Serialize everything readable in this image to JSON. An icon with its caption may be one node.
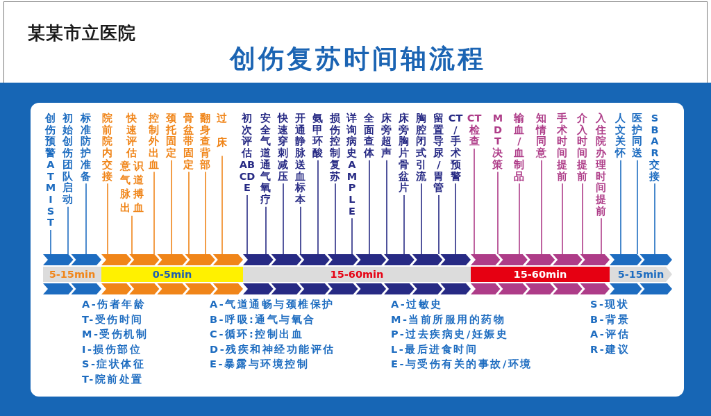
{
  "diagram": {
    "title": "创伤复苏时间轴流程",
    "nodes": [
      {
        "text": [
          "创伤预警ATMIST"
        ]
      },
      {
        "text": [
          "初始创伤团队启动"
        ]
      },
      {
        "text": [
          "标准防护准备"
        ]
      },
      {
        "text": [
          "院前院内交接"
        ]
      },
      {
        "text": [
          "快速评估",
          "意识气道脉搏出血"
        ]
      },
      {
        "text": [
          "控制外出血"
        ]
      },
      {
        "text": [
          "颈托固定"
        ]
      },
      {
        "text": [
          "骨盆带固定"
        ]
      },
      {
        "text": [
          "翻身查背部"
        ]
      },
      {
        "text": [
          "过床"
        ]
      },
      {
        "text": [
          "初次评估ABCDE"
        ]
      },
      {
        "text": [
          "安全气道通气氧疗"
        ]
      },
      {
        "text": [
          "快速穿刺减压"
        ]
      },
      {
        "text": [
          "开通静脉送血标本"
        ]
      },
      {
        "text": [
          "氨甲环酸"
        ]
      },
      {
        "text": [
          "损伤控制复苏"
        ]
      },
      {
        "text": [
          "详询病史AMPLE"
        ]
      },
      {
        "text": [
          "全面查体"
        ]
      },
      {
        "text": [
          "床旁超声"
        ]
      },
      {
        "text": [
          "床旁胸片骨盆片"
        ]
      },
      {
        "text": [
          "胸腔闭式引流"
        ]
      },
      {
        "text": [
          "留置导尿/胃管"
        ]
      },
      {
        "text": [
          "CT/手术预警"
        ]
      },
      {
        "text": [
          "CT检查"
        ]
      },
      {
        "text": [
          "MDT决策"
        ]
      },
      {
        "text": [
          "输血/血制品"
        ]
      },
      {
        "text": [
          "知情同意"
        ]
      },
      {
        "text": [
          "手术时间提前"
        ]
      },
      {
        "text": [
          "介入时间提前"
        ]
      },
      {
        "text": [
          "入住院办理时间提前"
        ]
      },
      {
        "text": [
          "人文关怀"
        ]
      },
      {
        "text": [
          "医护同送"
        ]
      },
      {
        "text": [
          "SBAR交接"
        ]
      },
      {
        "text": [
          "5-15min"
        ]
      },
      {
        "text": [
          "0-5min"
        ]
      },
      {
        "text": [
          "15-60min"
        ]
      },
      {
        "text": [
          "15-60min"
        ]
      },
      {
        "text": [
          "5-15min"
        ]
      }
    ],
    "edges": [
      {
        "from": 0,
        "to": 33,
        "arrow": "none",
        "color": "#1d6cc0"
      },
      {
        "from": 1,
        "to": 33,
        "arrow": "none",
        "color": "#1d6cc0"
      },
      {
        "from": 2,
        "to": 33,
        "arrow": "none",
        "color": "#1d6cc0"
      },
      {
        "from": 3,
        "to": 34,
        "arrow": "none",
        "color": "#f08519"
      },
      {
        "from": 4,
        "to": 34,
        "arrow": "none",
        "color": "#f08519"
      },
      {
        "from": 5,
        "to": 34,
        "arrow": "none",
        "color": "#f08519"
      },
      {
        "from": 6,
        "to": 34,
        "arrow": "none",
        "color": "#f08519"
      },
      {
        "from": 7,
        "to": 34,
        "arrow": "none",
        "color": "#f08519"
      },
      {
        "from": 8,
        "to": 34,
        "arrow": "none",
        "color": "#f08519"
      },
      {
        "from": 9,
        "to": 34,
        "arrow": "none",
        "color": "#f08519"
      },
      {
        "from": 10,
        "to": 35,
        "arrow": "none"
      },
      {
        "from": 11,
        "to": 35,
        "arrow": "none"
      },
      {
        "from": 12,
        "to": 35,
        "arrow": "none"
      },
      {
        "from": 13,
        "to": 35,
        "arrow": "none"
      },
      {
        "from": 14,
        "to": 35,
        "arrow": "none"
      },
      {
        "from": 15,
        "to": 35,
        "arrow": "none"
      },
      {
        "from": 16,
        "to": 35,
        "arrow": "none"
      },
      {
        "from": 17,
        "to": 35,
        "arrow": "none"
      },
      {
        "from": 18,
        "to": 35,
        "arrow": "none"
      },
      {
        "from": 19,
        "to": 35,
        "arrow": "none"
      },
      {
        "from": 20,
        "to": 35,
        "arrow": "none"
      },
      {
        "from": 21,
        "to": 35,
        "arrow": "none"
      },
      {
        "from": 22,
        "to": 35,
        "arrow": "none"
      },
      {
        "from": 23,
        "to": 36,
        "arrow": "none",
        "color": "#ae3c88"
      },
      {
        "from": 24,
        "to": 36,
        "arrow": "none",
        "color": "#ae3c88"
      },
      {
        "from": 25,
        "to": 36,
        "arrow": "none",
        "color": "#ae3c88"
      },
      {
        "from": 26,
        "to": 36,
        "arrow": "none",
        "color": "#ae3c88"
      },
      {
        "from": 27,
        "to": 36,
        "arrow": "none",
        "color": "#ae3c88"
      },
      {
        "from": 28,
        "to": 36,
        "arrow": "none",
        "color": "#ae3c88"
      },
      {
        "from": 29,
        "to": 36,
        "arrow": "none",
        "color": "#ae3c88"
      },
      {
        "from": 30,
        "to": 37,
        "arrow": "none",
        "color": "#1d6cc0"
      },
      {
        "from": 31,
        "to": 37,
        "arrow": "none",
        "color": "#1d6cc0"
      },
      {
        "from": 32,
        "to": 37,
        "arrow": "none",
        "color": "#1d6cc0"
      }
    ],
    "labels": [
      "某某市立医院",
      "A-伤者年龄",
      "T-受伤时间",
      "M-受伤机制",
      "I-损伤部位",
      "S-症状体征",
      "T-院前处置",
      "A-气道通畅与颈椎保护",
      "B-呼吸:通气与氧合",
      "C-循环:控制出血",
      "D-残疾和神经功能评估",
      "E-暴露与环境控制",
      "A-过敏史",
      "M-当前所服用的药物",
      "P-过去疾病史/妊娠史",
      "L-最后进食时间",
      "E-与受伤有关的事故/环境",
      "S-现状",
      "B-背景",
      "A-评估",
      "R-建议"
    ]
  }
}
